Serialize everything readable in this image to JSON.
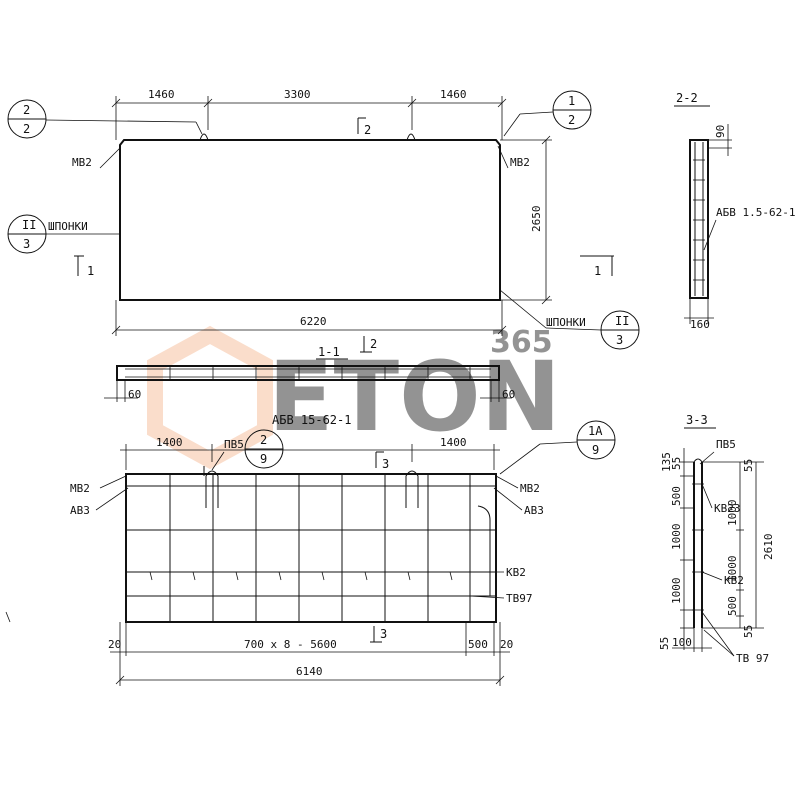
{
  "dims": {
    "top_left": "1460",
    "top_mid": "3300",
    "top_right": "1460",
    "height": "2650",
    "length": "6220",
    "sec11_left": "60",
    "sec11_right": "60",
    "sec22_top": "90",
    "sec22_bottom": "160",
    "cage_left": "1400",
    "cage_right": "1400",
    "cage_edge_left": "20",
    "cage_spacing": "700 x 8 - 5600",
    "cage_end": "500",
    "cage_edge_right": "20",
    "cage_length": "6140",
    "s33_top1": "135",
    "s33_top2": "55",
    "s33_a": "500",
    "s33_b": "1000",
    "s33_c": "1000",
    "s33_d": "55",
    "s33_r1": "1000",
    "s33_r2": "1000",
    "s33_r3": "500",
    "s33_r4": "55",
    "s33_total": "2610",
    "s33_bottom": "100"
  },
  "labels": {
    "mv2": "МВ2",
    "shponki": "ШПОНКИ",
    "sec22_title": "2-2",
    "sec11_title": "1-1",
    "sec33_title": "3-3",
    "cage_title": "АБВ 15-62-1",
    "abv_ref": "АБВ 1.5-62-1",
    "pv5": "ПВ5",
    "av3": "АВ3",
    "kv2": "КВ2",
    "tv97": "ТВ97",
    "kv23": "КВ23",
    "tv97b": "ТВ 97",
    "kv2b": "КВ2"
  },
  "markers": {
    "s1": "1",
    "s2": "2",
    "s3": "3"
  },
  "callouts": {
    "c_tl": {
      "top": "2",
      "bottom": "2"
    },
    "c_tr": {
      "top": "1",
      "bottom": "2"
    },
    "c_left": {
      "top": "II",
      "bottom": "3"
    },
    "c_br": {
      "top": "II",
      "bottom": "3"
    },
    "c_cage_mid": {
      "top": "2",
      "bottom": "9"
    },
    "c_cage_right": {
      "top": "1A",
      "bottom": "9"
    }
  },
  "watermark": {
    "brand": "ETON",
    "number": "365",
    "color": "#f5b48c"
  }
}
